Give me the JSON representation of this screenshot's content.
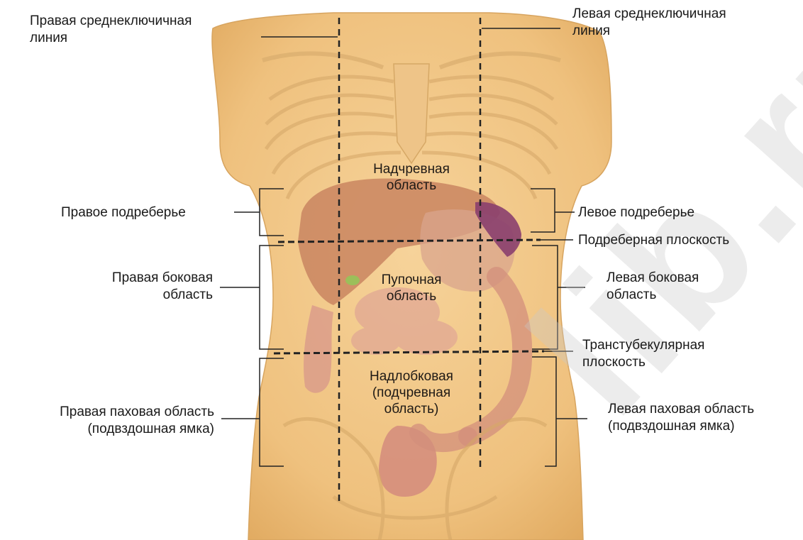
{
  "lines": {
    "right_midclavicular": [
      "Правая среднеключичная",
      "линия"
    ],
    "left_midclavicular": [
      "Левая среднеключичная",
      "линия"
    ]
  },
  "planes": {
    "subcostal": "Подреберная плоскость",
    "transtubercular": [
      "Транстубекулярная",
      "плоскость"
    ]
  },
  "regions": {
    "right_hypochondrium": "Правое подреберье",
    "epigastric": [
      "Надчревная",
      "область"
    ],
    "left_hypochondrium": "Левое подреберье",
    "right_lateral": [
      "Правая боковая",
      "область"
    ],
    "umbilical": [
      "Пупочная",
      "область"
    ],
    "left_lateral": [
      "Левая боковая",
      "область"
    ],
    "right_inguinal": [
      "Правая паховая область",
      "(подвздошная ямка)"
    ],
    "hypogastric": [
      "Надлобковая",
      "(подчревная",
      "область)"
    ],
    "left_inguinal": [
      "Левая паховая область",
      "(подвздошная ямка)"
    ]
  },
  "watermark": "lib.ru",
  "colors": {
    "skin": "#f3c98a",
    "skin_shadow": "#e2ae66",
    "liver": "#c98560",
    "spleen": "#8a3f6e",
    "intestine": "#d99a8a",
    "gallbladder": "#9bbf5a",
    "dashed_line": "#222222"
  }
}
